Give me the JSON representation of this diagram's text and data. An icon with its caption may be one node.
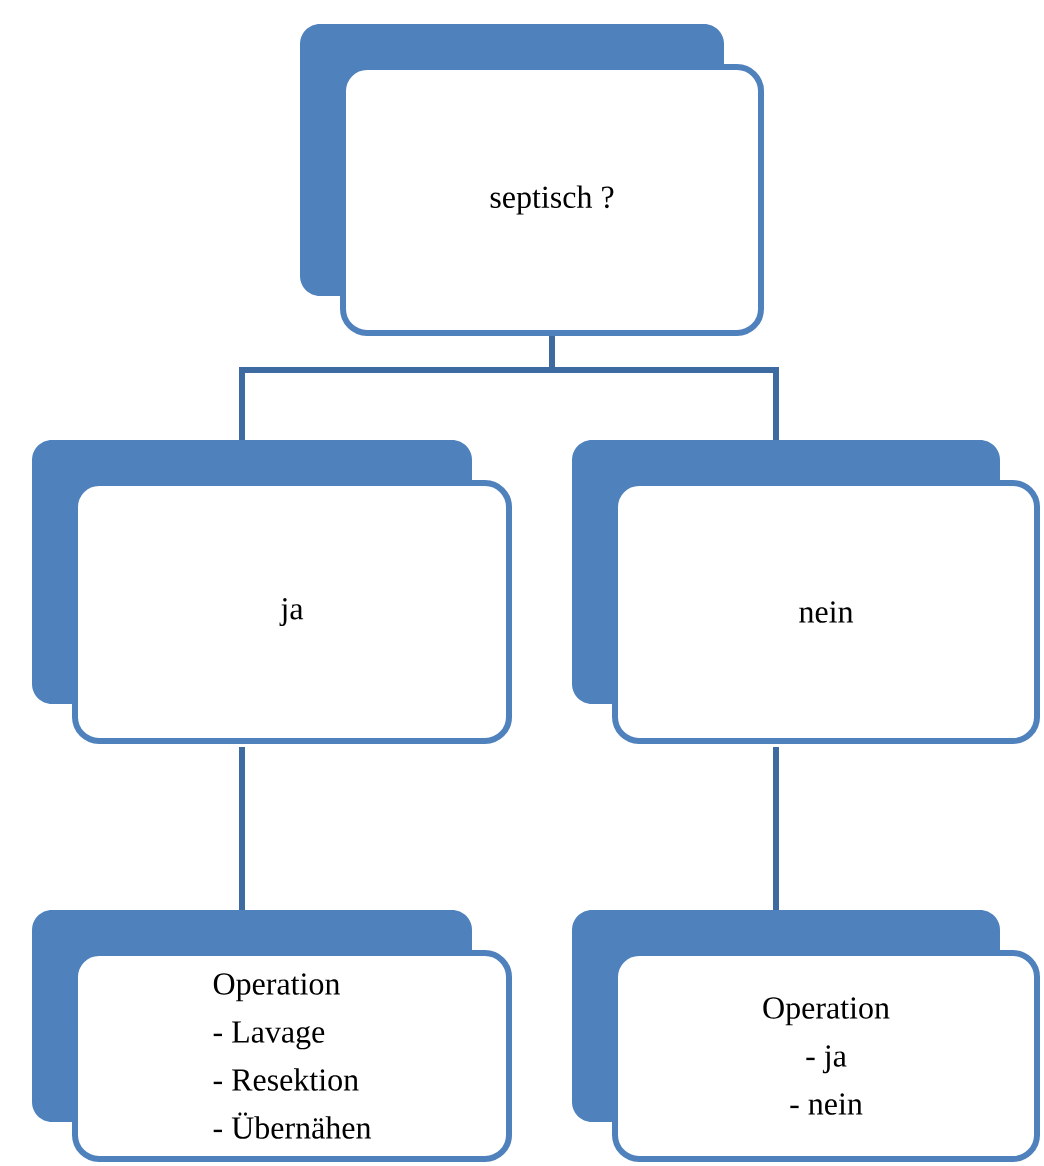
{
  "diagram": {
    "nodes": [
      {
        "text": [
          "septisch ?"
        ]
      },
      {
        "text": [
          "ja"
        ]
      },
      {
        "text": [
          "nein"
        ]
      },
      {
        "text": [
          "Operation",
          "- Lavage",
          "- Resektion",
          "- Übernähen"
        ]
      },
      {
        "text": [
          "Operation",
          "- ja",
          "- nein"
        ]
      }
    ],
    "edges": [
      {
        "from": 0,
        "to": 1,
        "arrow": "none"
      },
      {
        "from": 0,
        "to": 2,
        "arrow": "none"
      },
      {
        "from": 1,
        "to": 3,
        "arrow": "none"
      },
      {
        "from": 2,
        "to": 4,
        "arrow": "none"
      }
    ]
  }
}
